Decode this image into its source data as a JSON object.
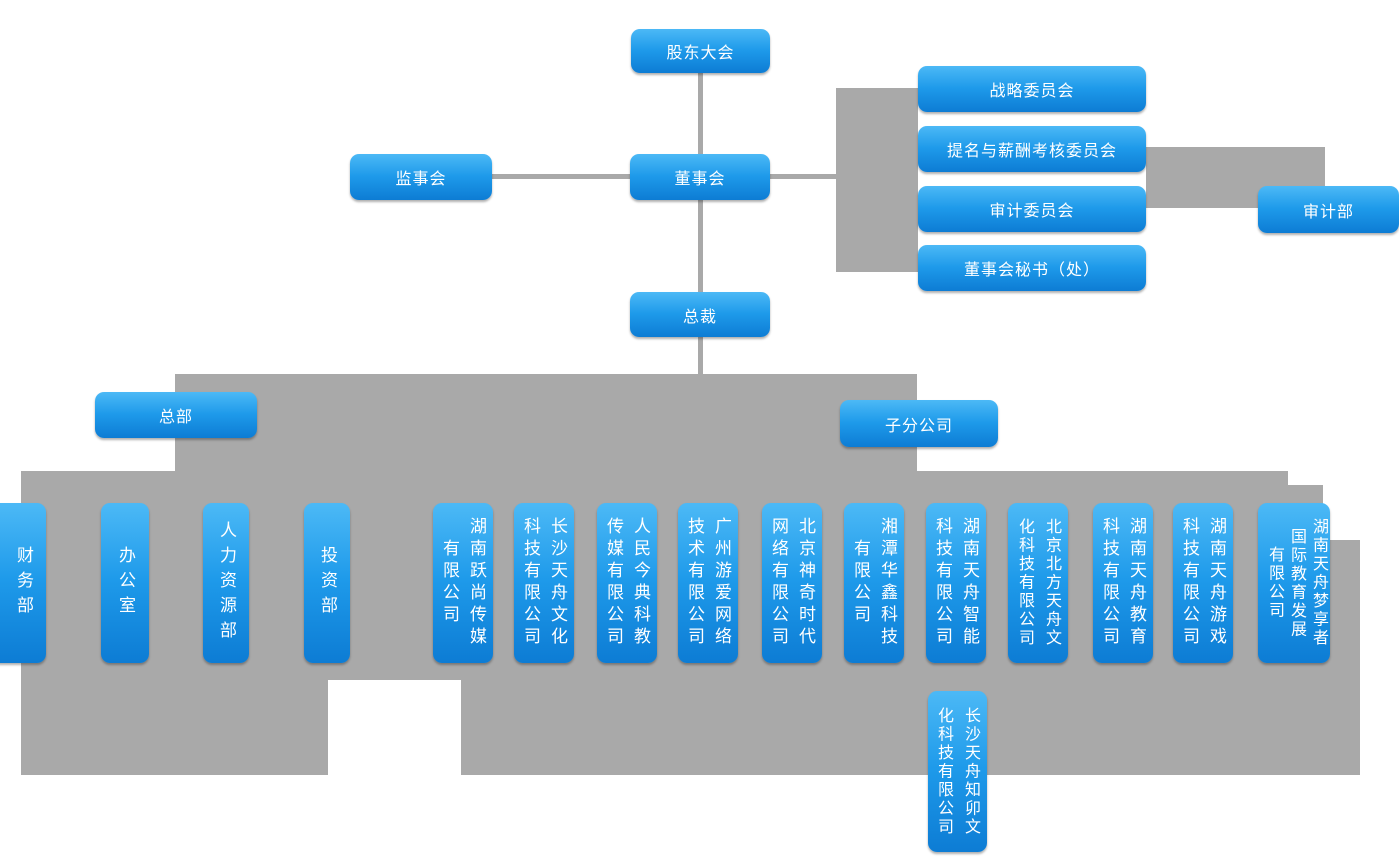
{
  "chart_type": "org-chart",
  "colors": {
    "node_gradient_top": "#4cb9f6",
    "node_gradient_bottom": "#0d7cd4",
    "connector_gray": "#a9a9a9",
    "node_text": "#ffffff",
    "background": "#ffffff"
  },
  "nodes": {
    "shareholders": {
      "label": "股东大会"
    },
    "supervisory": {
      "label": "监事会"
    },
    "board": {
      "label": "董事会"
    },
    "president": {
      "label": "总裁"
    },
    "headquarters": {
      "label": "总部"
    },
    "subsidiaries": {
      "label": "子分公司"
    },
    "audit_dept": {
      "label": "审计部"
    }
  },
  "committees": [
    "战略委员会",
    "提名与薪酬考核委员会",
    "审计委员会",
    "董事会秘书（处）"
  ],
  "departments": [
    "财务部",
    "办公室",
    "人力资源部",
    "投资部"
  ],
  "companies": [
    "湖南跃尚传媒\n有限公司",
    "长沙天舟文化\n科技有限公司",
    "人民今典科教\n传媒有限公司",
    "广州游爱网络\n技术有限公司",
    "北京神奇时代\n网络有限公司",
    "湘潭华鑫科技\n有限公司",
    "湖南天舟智能\n科技有限公司",
    "北京北方天舟文\n化科技有限公司",
    "湖南天舟教育\n科技有限公司",
    "湖南天舟游戏\n科技有限公司",
    "湖南天舟梦享者\n国际教育发展\n有限公司",
    "长沙天舟知卯文\n化科技有限公司"
  ]
}
